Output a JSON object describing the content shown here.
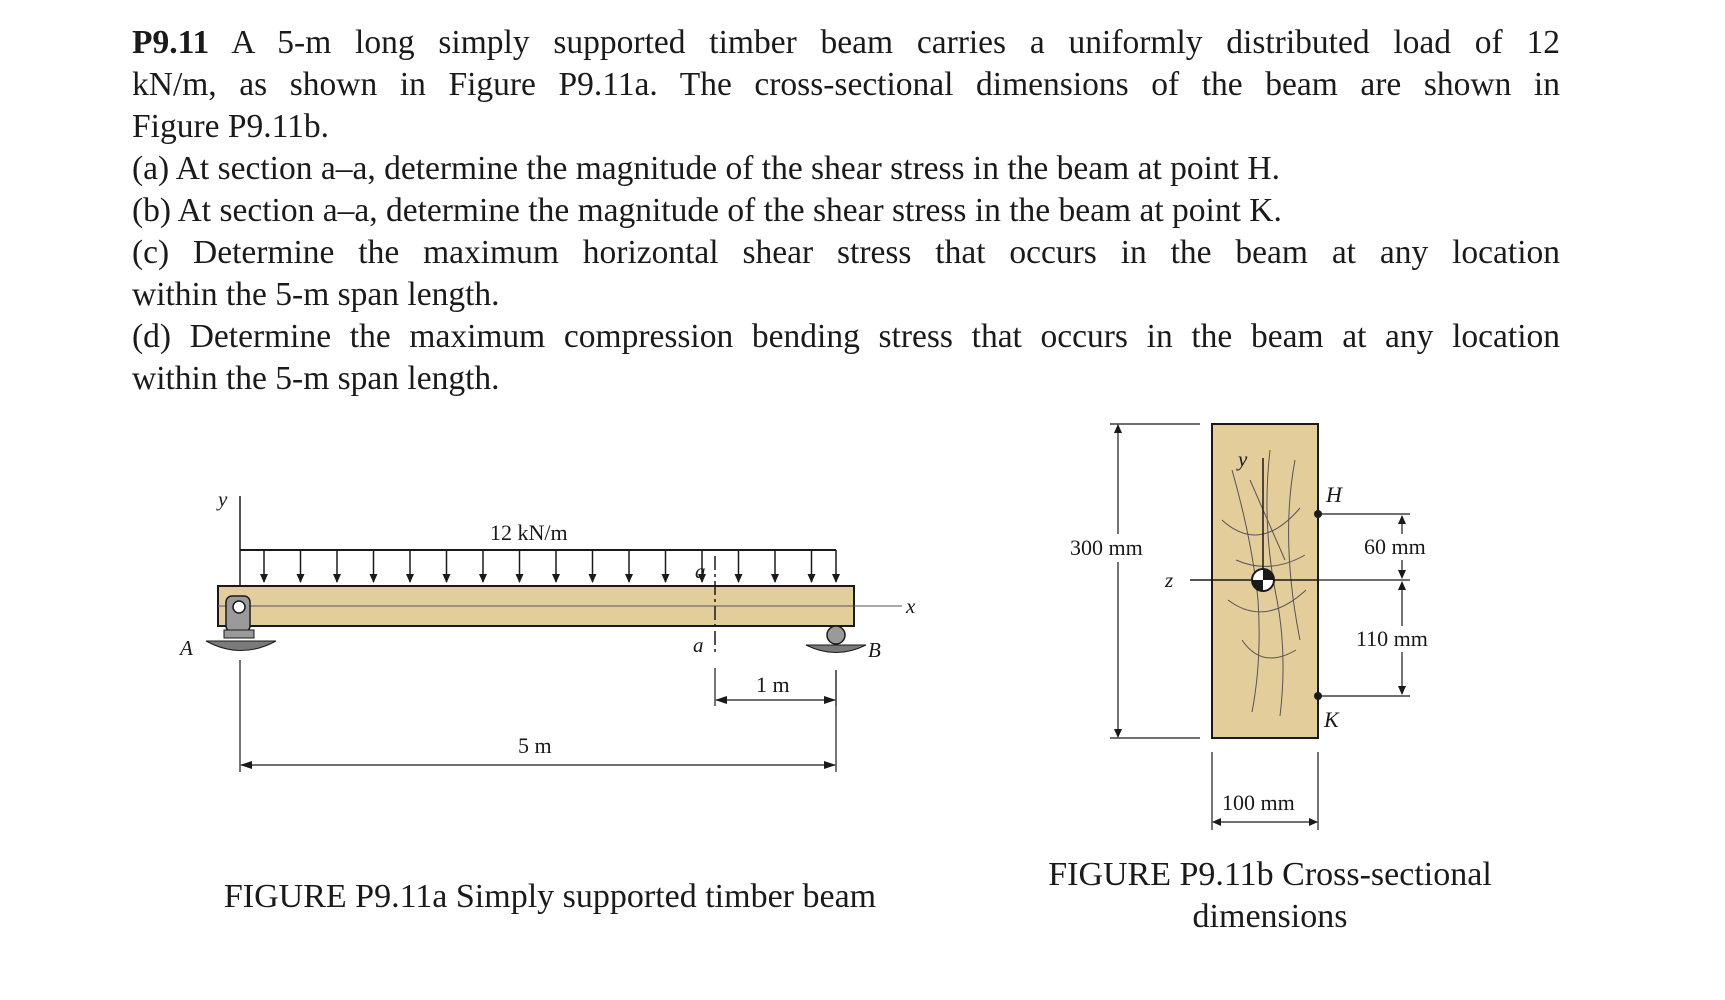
{
  "problem": {
    "number": "P9.11",
    "intro_l1": "A 5-m long simply supported timber beam carries a uniformly distributed load of 12",
    "intro_l2": "kN/m, as shown in Figure P9.11a. The cross-sectional dimensions of the beam are shown in",
    "intro_l3": "Figure P9.11b.",
    "part_a": "(a) At section a–a, determine the magnitude of the shear stress in the beam at point H.",
    "part_b": "(b) At section a–a, determine the magnitude of the shear stress in the beam at point K.",
    "part_c_l1": "(c) Determine the maximum horizontal shear stress that occurs in the beam at any location",
    "part_c_l2": "within the 5-m span length.",
    "part_d_l1": "(d) Determine the maximum compression bending stress that occurs in the beam at any location",
    "part_d_l2": "within the 5-m span length."
  },
  "figure_a": {
    "load_label": "12 kN/m",
    "y_axis": "y",
    "x_axis": "x",
    "support_a": "A",
    "support_b": "B",
    "section_top": "a",
    "section_bottom": "a",
    "dim_1m": "1 m",
    "dim_5m": "5 m",
    "caption": "FIGURE P9.11a Simply supported timber beam"
  },
  "figure_b": {
    "y_axis": "y",
    "z_axis": "z",
    "point_h": "H",
    "point_k": "K",
    "dim_height": "300 mm",
    "dim_60": "60 mm",
    "dim_110": "110 mm",
    "dim_width": "100 mm",
    "caption_l1": "FIGURE P9.11b Cross-sectional",
    "caption_l2": "dimensions"
  },
  "colors": {
    "timber": "#e3cd9b",
    "support": "#9a9a9a",
    "ground": "#7a7a7a"
  }
}
